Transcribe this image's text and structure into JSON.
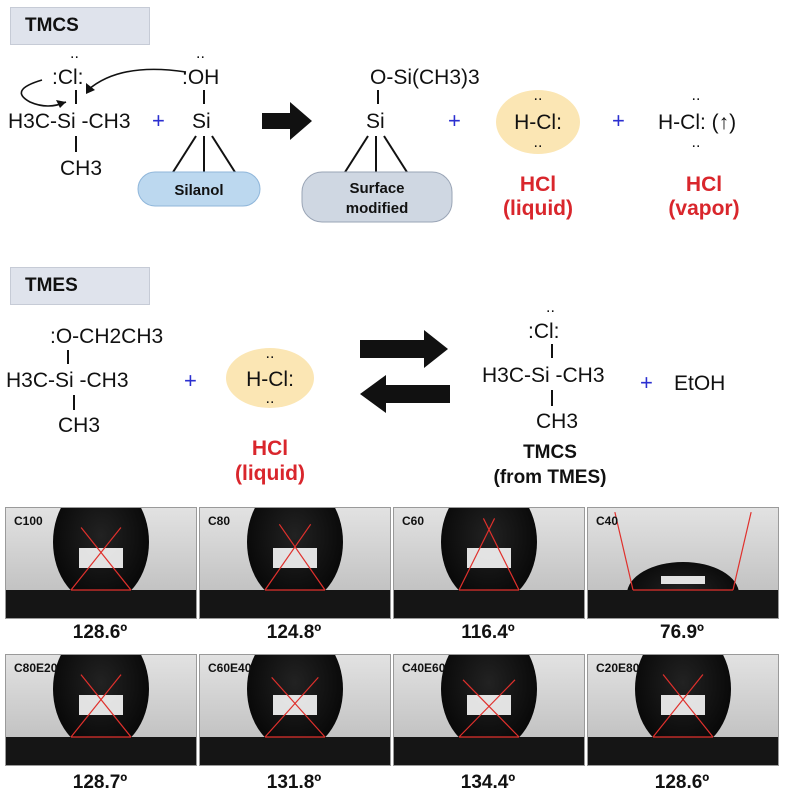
{
  "section1": {
    "title": "TMCS"
  },
  "section2": {
    "title": "TMES"
  },
  "reaction1": {
    "lone_pair": "..",
    "tmcs_cl": ":Cl:",
    "tmcs_mid": "H3C-Si -CH3",
    "tmcs_bot": "CH3",
    "plus": "+",
    "oh": ":OH",
    "si": "Si",
    "silanol_label": "Silanol",
    "product_group": "O-Si(CH3)3",
    "surface_label_1": "Surface",
    "surface_label_2": "modified",
    "hcl_liquid_formula": "H-Cl:",
    "hcl_vapor_formula": "H-Cl: (↑)",
    "hcl_liquid_name": "HCl",
    "hcl_liquid_state": "(liquid)",
    "hcl_vapor_name": "HCl",
    "hcl_vapor_state": "(vapor)"
  },
  "reaction2": {
    "tmes_top": ":O-CH2CH3",
    "tmes_mid": "H3C-Si -CH3",
    "tmes_bot": "CH3",
    "plus": "+",
    "hcl_formula": "H-Cl:",
    "hcl_name": "HCl",
    "hcl_state": "(liquid)",
    "tmcs_cl": ":Cl:",
    "tmcs_mid": "H3C-Si -CH3",
    "tmcs_bot": "CH3",
    "tmcs_name": "TMCS",
    "tmcs_from": "(from TMES)",
    "etoh": "EtOH"
  },
  "samples": [
    {
      "label": "C100",
      "angle": "128.6º",
      "angle_deg": 128.6
    },
    {
      "label": "C80",
      "angle": "124.8º",
      "angle_deg": 124.8
    },
    {
      "label": "C60",
      "angle": "116.4º",
      "angle_deg": 116.4
    },
    {
      "label": "C40",
      "angle": "76.9º",
      "angle_deg": 76.9
    },
    {
      "label": "C80E20",
      "angle": "128.7º",
      "angle_deg": 128.7
    },
    {
      "label": "C60E40",
      "angle": "131.8º",
      "angle_deg": 131.8
    },
    {
      "label": "C40E60",
      "angle": "134.4º",
      "angle_deg": 134.4
    },
    {
      "label": "C20E80",
      "angle": "128.6º",
      "angle_deg": 128.6
    }
  ],
  "colors": {
    "accent_red": "#d9262c",
    "plus_blue": "#2b2fd0",
    "silanol_fill": "#bcd8ef",
    "hcl_fill": "#fbe6b4",
    "surface_fill": "#cfd7e2"
  }
}
